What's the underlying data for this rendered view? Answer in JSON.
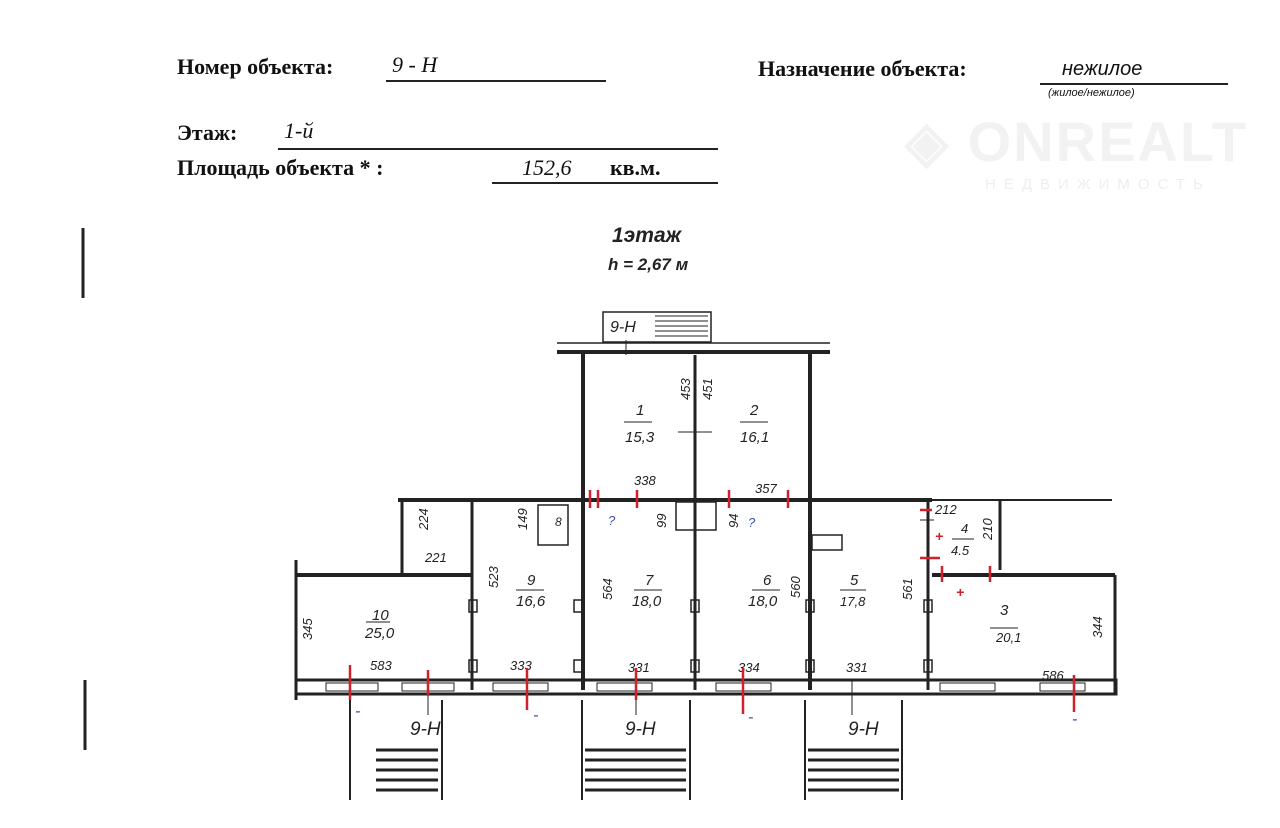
{
  "header": {
    "object_number_label": "Номер объекта:",
    "object_number_value": "9 - Н",
    "purpose_label": "Назначение объекта:",
    "purpose_value": "нежилое",
    "purpose_hint": "(жилое/нежилое)",
    "floor_label": "Этаж:",
    "floor_value": "1-й",
    "area_label": "Площадь объекта * :",
    "area_value": "152,6",
    "area_unit": "кв.м."
  },
  "watermark": {
    "brand": "ONREALT",
    "sub": "НЕДВИЖИМОСТЬ"
  },
  "plan": {
    "title": "1этаж",
    "height": "h = 2,67 м",
    "object_labels": [
      "9-Н",
      "9-Н",
      "9-Н",
      "9-Н"
    ],
    "wc_label": "8",
    "question_marks": [
      "?",
      "?"
    ],
    "rooms": [
      {
        "number": "1",
        "area": "15,3"
      },
      {
        "number": "2",
        "area": "16,1"
      },
      {
        "number": "3",
        "area": "20,1"
      },
      {
        "number": "4",
        "area": "4.5"
      },
      {
        "number": "5",
        "area": "17,8"
      },
      {
        "number": "6",
        "area": "18,0"
      },
      {
        "number": "7",
        "area": "18,0"
      },
      {
        "number": "9",
        "area": "16,6"
      },
      {
        "number": "10",
        "area": "25,0"
      }
    ],
    "dimensions": [
      "453",
      "451",
      "338",
      "357",
      "224",
      "149",
      "99",
      "94",
      "212",
      "210",
      "221",
      "523",
      "564",
      "560",
      "561",
      "345",
      "344",
      "583",
      "333",
      "331",
      "334",
      "331",
      "586"
    ],
    "marks": {
      "plus": "+",
      "minus": "-"
    },
    "mark_color": "#d0202a",
    "question_color": "#3a4fb0"
  }
}
